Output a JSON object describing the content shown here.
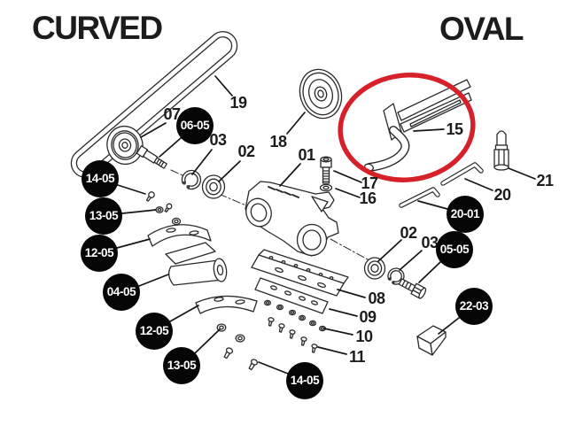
{
  "titles": {
    "left": "CURVED",
    "right": "OVAL"
  },
  "callouts": [
    {
      "label": "19"
    },
    {
      "label": "07"
    },
    {
      "label": "03"
    },
    {
      "label": "02"
    },
    {
      "label": "18"
    },
    {
      "label": "01"
    },
    {
      "label": "17"
    },
    {
      "label": "16"
    },
    {
      "label": "15"
    },
    {
      "label": "21"
    },
    {
      "label": "20"
    },
    {
      "label": "02"
    },
    {
      "label": "03"
    },
    {
      "label": "08"
    },
    {
      "label": "09"
    },
    {
      "label": "10"
    },
    {
      "label": "11"
    }
  ],
  "badges": [
    {
      "label": "06-05"
    },
    {
      "label": "14-05"
    },
    {
      "label": "13-05"
    },
    {
      "label": "12-05"
    },
    {
      "label": "04-05"
    },
    {
      "label": "12-05"
    },
    {
      "label": "13-05"
    },
    {
      "label": "14-05"
    },
    {
      "label": "20-01"
    },
    {
      "label": "05-05"
    },
    {
      "label": "22-03"
    }
  ],
  "highlight": {
    "shape": "ellipse",
    "color": "#d6212b",
    "around_label": "15"
  },
  "colors": {
    "background": "#ffffff",
    "ink": "#2a2a2a",
    "badge_bg": "#060606",
    "badge_text": "#ffffff",
    "highlight": "#d6212b"
  }
}
